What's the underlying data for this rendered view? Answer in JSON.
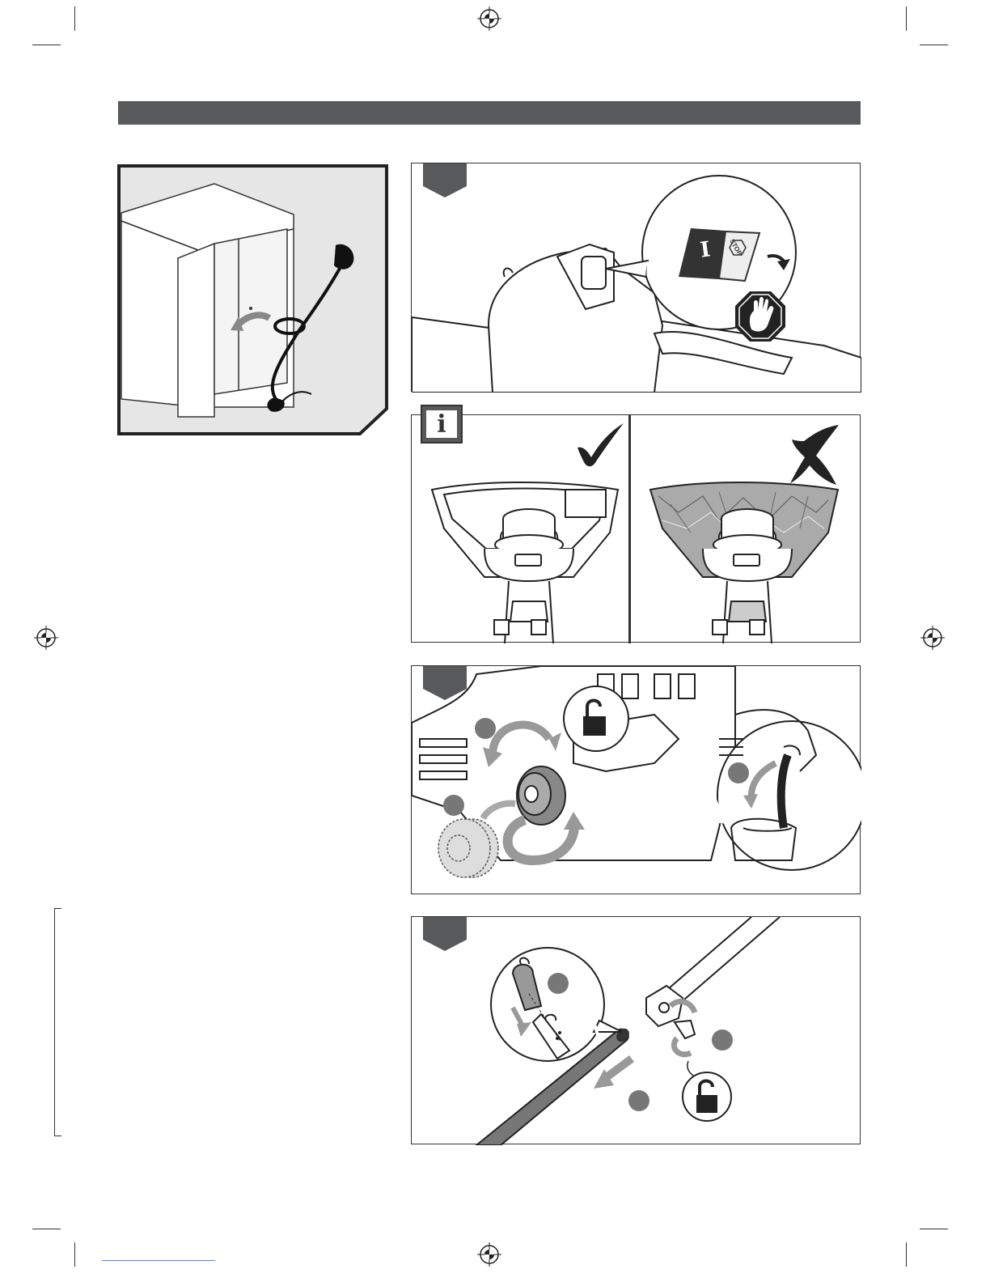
{
  "colors": {
    "header_bar": "#58595b",
    "step_badge": "#58595b",
    "panel_bg": "#e6e6e7",
    "line": "#333333"
  },
  "icons": {
    "registration": "registration-mark-icon",
    "info": "info-icon",
    "check": "checkmark-icon",
    "cross": "cross-icon",
    "stop": "stop-hand-icon",
    "unlock": "unlocked-padlock-icon"
  },
  "info_box": {
    "glyph": "i"
  },
  "switch_label": {
    "position_text": "I",
    "stop_text": "STOP"
  }
}
